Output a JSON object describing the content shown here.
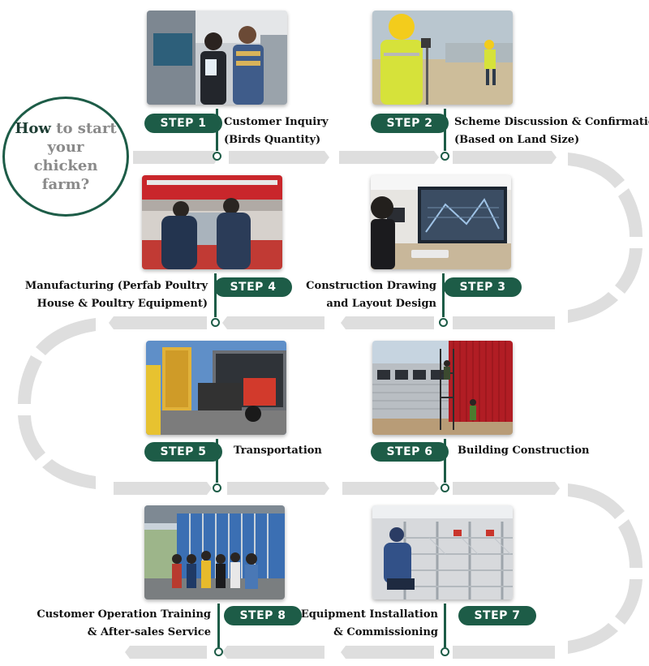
{
  "title": {
    "highlight": "How",
    "rest": "to start your chicken farm?"
  },
  "steps": [
    {
      "badge": "STEP 1",
      "line1": "Customer Inquiry",
      "line2": "(Birds  Quantity)",
      "photo": "customer-inquiry-photo"
    },
    {
      "badge": "STEP 2",
      "line1": "Scheme Discussion & Confirmation",
      "line2": "(Based on Land Size)",
      "photo": "site-survey-photo"
    },
    {
      "badge": "STEP 3",
      "line1": "Construction Drawing",
      "line2": "and Layout Design",
      "photo": "cad-design-photo"
    },
    {
      "badge": "STEP 4",
      "line1": "Manufacturing (Perfab Poultry",
      "line2": "House & Poultry  Equipment)",
      "photo": "manufacturing-photo"
    },
    {
      "badge": "STEP 5",
      "line1": "Transportation",
      "line2": "",
      "photo": "container-loading-photo"
    },
    {
      "badge": "STEP 6",
      "line1": "Building Construction",
      "line2": "",
      "photo": "building-construction-photo"
    },
    {
      "badge": "STEP 7",
      "line1": "Equipment Installation",
      "line2": "& Commissioning",
      "photo": "equipment-installation-photo"
    },
    {
      "badge": "STEP 8",
      "line1": "Customer Operation Training",
      "line2": "& After-sales Service",
      "photo": "team-training-photo"
    }
  ],
  "colors": {
    "primary": "#1d5c47",
    "arrow": "#dcdcdc",
    "muted_text": "#8a8a8a"
  }
}
